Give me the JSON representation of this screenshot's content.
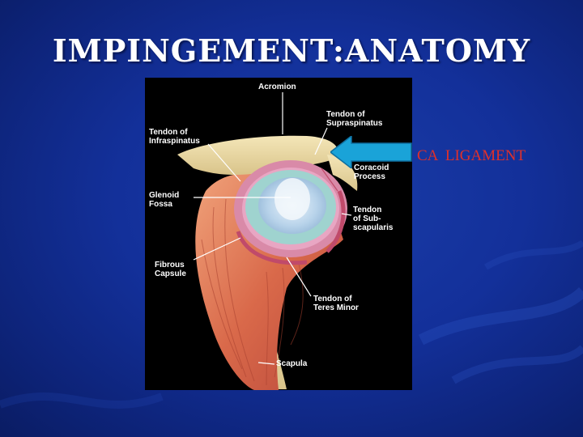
{
  "slide": {
    "title": "IMPINGEMENT:ANATOMY",
    "callout_label": "CA  LIGAMENT",
    "callout_color": "#e0302a",
    "arrow_color": "#1aa3d8",
    "background_color": "#13309a"
  },
  "figure": {
    "labels": {
      "acromion": "Acromion",
      "supraspinatus": "Tendon of\nSupraspinatus",
      "infraspinatus": "Tendon of\nInfraspinatus",
      "coracoid": "Coracoid\nProcess",
      "glenoid": "Glenoid\nFossa",
      "subscapularis": "Tendon\nof Sub-\nscapularis",
      "fibrous_capsule": "Fibrous\nCapsule",
      "teres_minor": "Tendon of\nTeres Minor",
      "scapula": "Scapula"
    }
  }
}
